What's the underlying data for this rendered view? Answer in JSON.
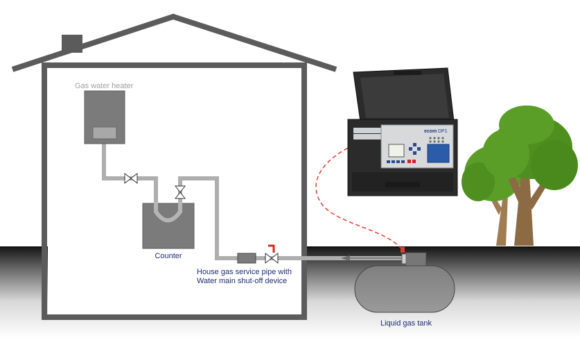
{
  "labels": {
    "gas_water_heater": "Gas water heater",
    "counter": "Counter",
    "service_pipe_line1": "House gas service pipe with",
    "service_pipe_line2": "Water main shut-off device",
    "liquid_gas_tank": "Liquid gas tank",
    "analyzer_brand": "ecom",
    "analyzer_model": "DP1"
  },
  "colors": {
    "house_wall": "#5b5b5b",
    "pipe": "#aeaeae",
    "meter_body": "#7b7b7b",
    "tank": "#8f8f8f",
    "label_blue": "#1e2a78",
    "heater_label": "#a0a0a0",
    "hose_dash": "#e23b2e",
    "tree_green": "#4e8f1f",
    "trunk": "#8b6a44"
  },
  "icons": [
    "chimney-icon",
    "valve-icon",
    "tree-icon",
    "gas-analyzer-case-icon"
  ]
}
